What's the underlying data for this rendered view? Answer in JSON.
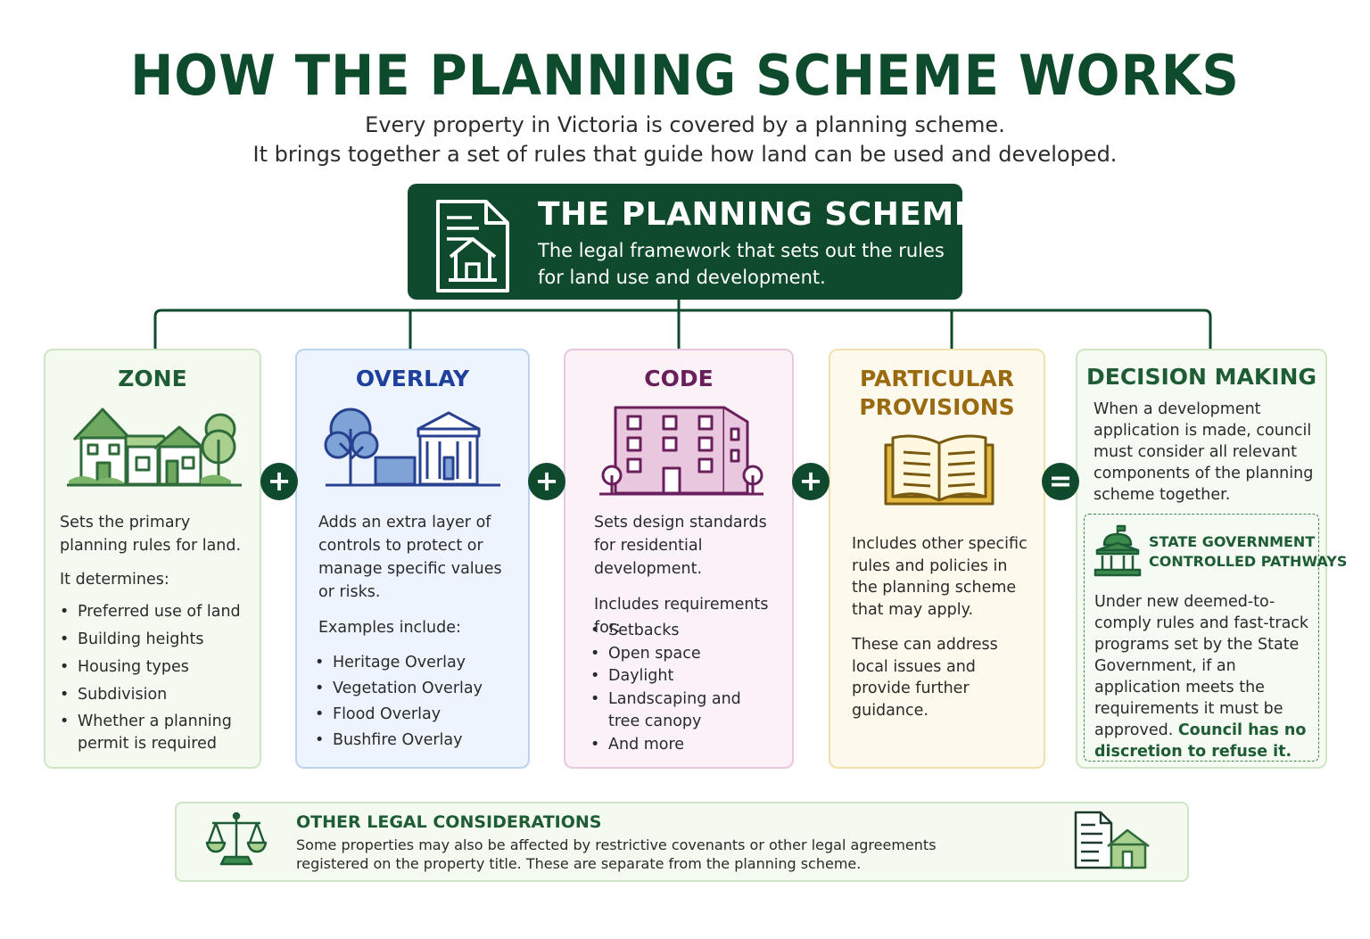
{
  "header": {
    "title": "HOW THE PLANNING SCHEME WORKS",
    "subtitle_line1": "Every property in Victoria is covered by a planning scheme.",
    "subtitle_line2": "It brings together a set of rules that guide how land can be used and developed."
  },
  "scheme": {
    "title": "THE PLANNING SCHEME",
    "description": "The legal framework that sets out the rules for land use and development."
  },
  "operators": {
    "plus": "+",
    "equals": "="
  },
  "zone": {
    "title": "ZONE",
    "intro": "Sets the primary planning rules for land.",
    "lead": "It determines:",
    "items": [
      "Preferred use of land",
      "Building heights",
      "Housing types",
      "Subdivision",
      "Whether a planning permit is required"
    ]
  },
  "overlay": {
    "title": "OVERLAY",
    "intro": "Adds an extra layer of controls to protect or manage specific values or risks.",
    "lead": "Examples include:",
    "items": [
      "Heritage Overlay",
      "Vegetation Overlay",
      "Flood Overlay",
      "Bushfire Overlay"
    ]
  },
  "code": {
    "title": "CODE",
    "intro": "Sets design standards for residential development.",
    "lead": "Includes requirements for:",
    "items": [
      "Setbacks",
      "Open space",
      "Daylight",
      "Landscaping and tree canopy",
      "And more"
    ]
  },
  "particular": {
    "title_line1": "PARTICULAR",
    "title_line2": "PROVISIONS",
    "para1": "Includes other specific rules and policies in the planning scheme that may apply.",
    "para2": "These can address local issues and provide further guidance."
  },
  "decision": {
    "title": "DECISION MAKING",
    "intro": "When a development application is made, council must consider all relevant components of the planning scheme together.",
    "state": {
      "title_line1": "STATE GOVERNMENT",
      "title_line2": "CONTROLLED PATHWAYS",
      "body": "Under new deemed-to-comply rules and fast-track programs set by the State Government, if an application meets the requirements it must be approved.",
      "emphasis": "Council has no discretion to refuse it."
    }
  },
  "legal": {
    "title": "OTHER LEGAL CONSIDERATIONS",
    "line1": "Some properties may also be affected by restrictive covenants or other legal agreements",
    "line2": "registered on the property title. These are separate from the planning scheme."
  },
  "icons": {
    "scheme": "document-house-icon",
    "zone": "houses-tree-icon",
    "overlay": "tree-heritage-building-icon",
    "code": "apartment-building-icon",
    "particular": "open-book-icon",
    "state": "government-building-icon",
    "legal_left": "scales-icon",
    "legal_right": "document-house-icon"
  },
  "colors": {
    "primary_green": "#0f4a2d",
    "zone_title": "#1d5c34",
    "overlay_title": "#1f3f9c",
    "code_title": "#6a1f5c",
    "particular_title": "#9a6a10",
    "decision_title": "#1d5c34"
  }
}
